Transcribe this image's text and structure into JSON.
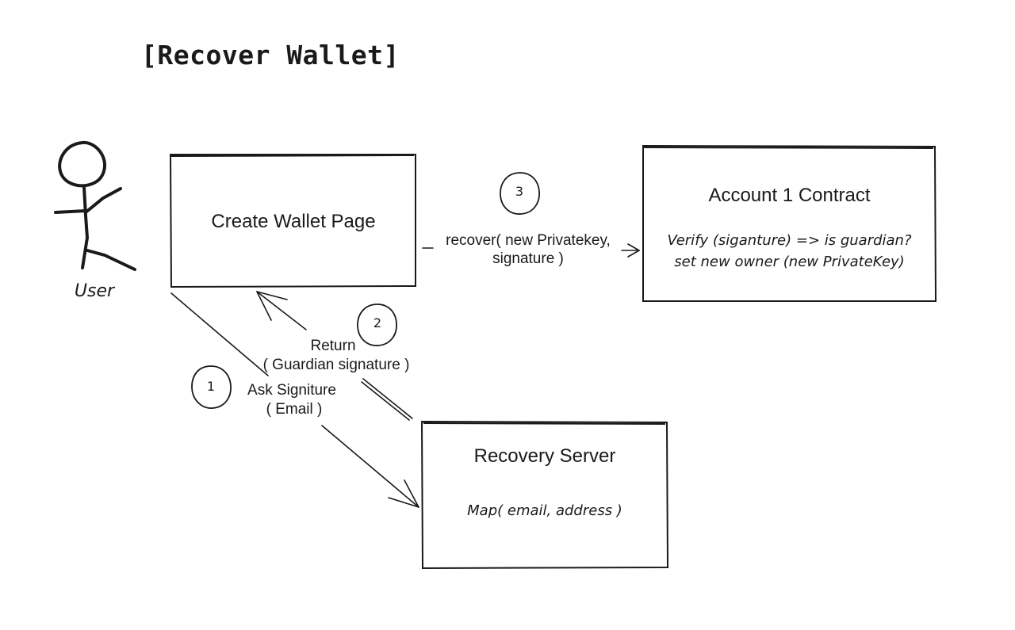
{
  "title": "[Recover Wallet]",
  "actor": {
    "label": "User"
  },
  "boxes": {
    "create_wallet": {
      "label": "Create Wallet Page"
    },
    "account_contract": {
      "title": "Account 1 Contract",
      "line1": "Verify (siganture) => is guardian?",
      "line2": "set new owner (new PrivateKey)"
    },
    "recovery_server": {
      "title": "Recovery Server",
      "line1": "Map( email, address )"
    }
  },
  "steps": [
    {
      "number": "1",
      "line1": "Ask Signiture",
      "line2": "( Email )"
    },
    {
      "number": "2",
      "line1": "Return",
      "line2": "( Guardian signature )"
    },
    {
      "number": "3",
      "line1": "recover( new Privatekey,",
      "line2": "signature )"
    }
  ],
  "colors": {
    "stroke": "#1a1a1a",
    "background": "#ffffff"
  }
}
